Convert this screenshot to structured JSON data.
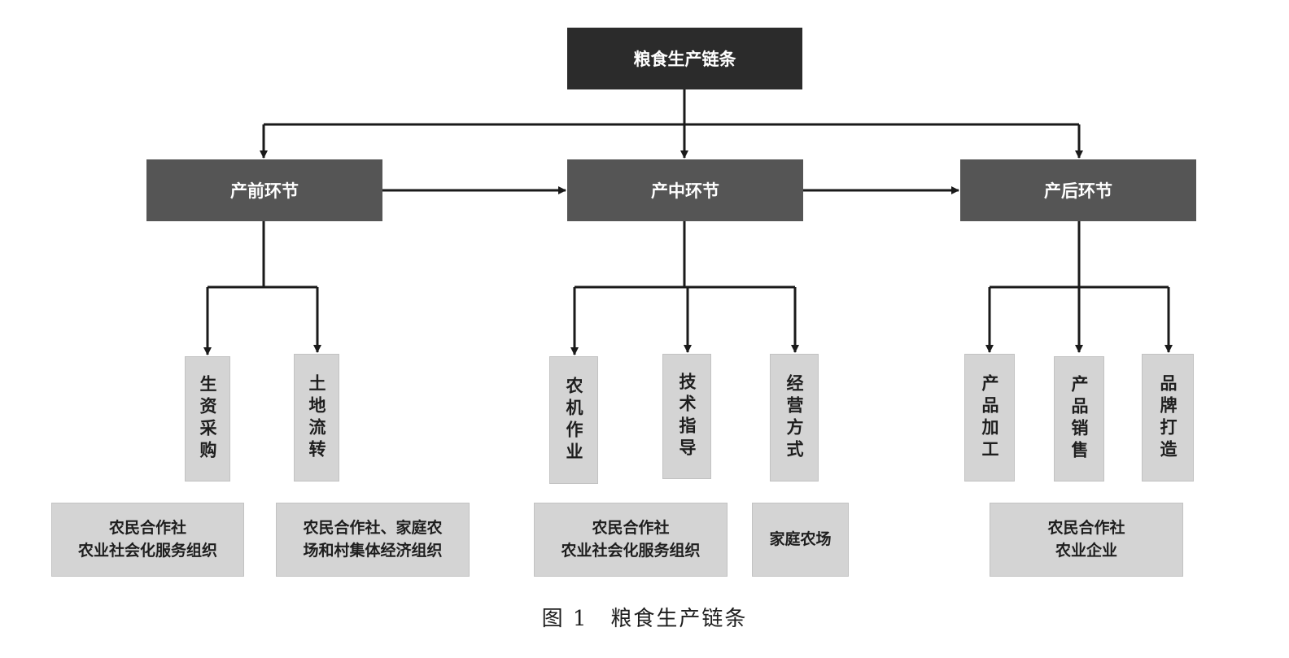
{
  "diagram": {
    "root": "粮食生产链条",
    "stages": [
      "产前环节",
      "产中环节",
      "产后环节"
    ],
    "leaves": [
      "生资采购",
      "土地流转",
      "农机作业",
      "技术指导",
      "经营方式",
      "产品加工",
      "产品销售",
      "品牌打造"
    ],
    "organizations": [
      "农民合作社\n农业社会化服务组织",
      "农民合作社、家庭农\n场和村集体经济组织",
      "农民合作社\n农业社会化服务组织",
      "家庭农场",
      "农民合作社\n农业企业"
    ],
    "caption": "图 1　粮食生产链条"
  }
}
